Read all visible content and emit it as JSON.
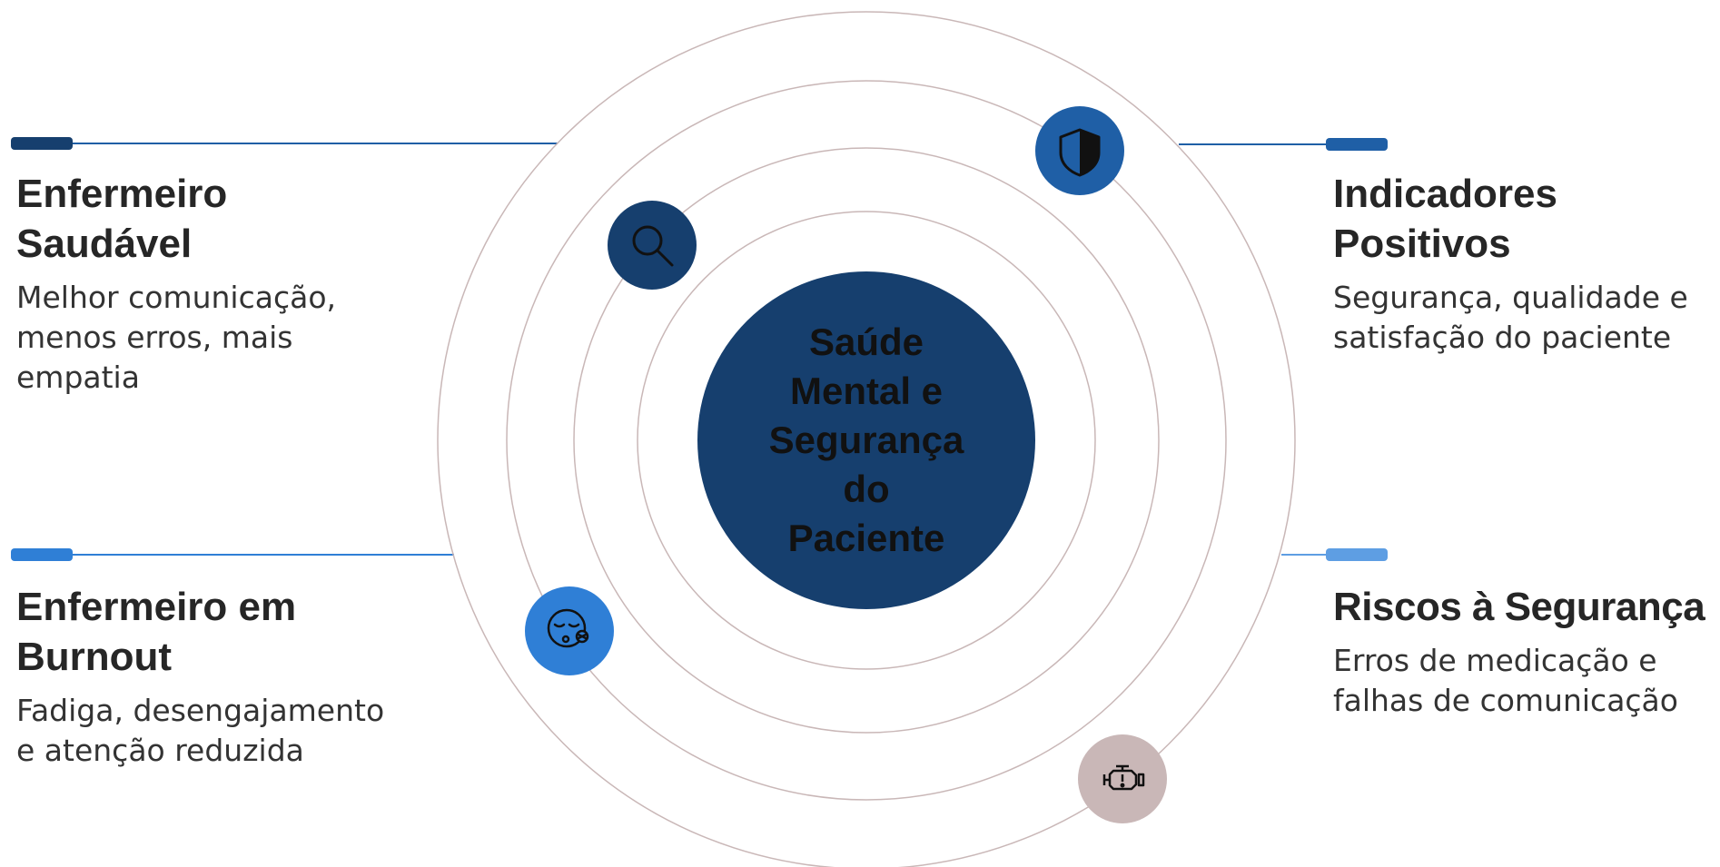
{
  "center": {
    "label": "Saúde\nMental e\nSegurança\ndo\nPaciente"
  },
  "items": [
    {
      "title": "Enfermeiro\nSaudável",
      "description": "Melhor comunicação,\nmenos erros, mais\nempatia",
      "icon": "search-icon",
      "color": "#163f6e"
    },
    {
      "title": "Indicadores\nPositivos",
      "description": "Segurança, qualidade e\nsatisfação do paciente",
      "icon": "shield-icon",
      "color": "#1f5fa6"
    },
    {
      "title": "Enfermeiro em\nBurnout",
      "description": "Fadiga, desengajamento\ne atenção reduzida",
      "icon": "exhausted-face-icon",
      "color": "#2f7fd6"
    },
    {
      "title": "Riscos à Segurança",
      "description": "Erros de medicação e\nfalhas de comunicação",
      "icon": "engine-warning-icon",
      "color": "#5e9ee3"
    }
  ],
  "colors": {
    "center_fill": "#163f6e",
    "ring_stroke": "#c9b7b7",
    "warning_icon_bg": "#c9b7b7"
  }
}
